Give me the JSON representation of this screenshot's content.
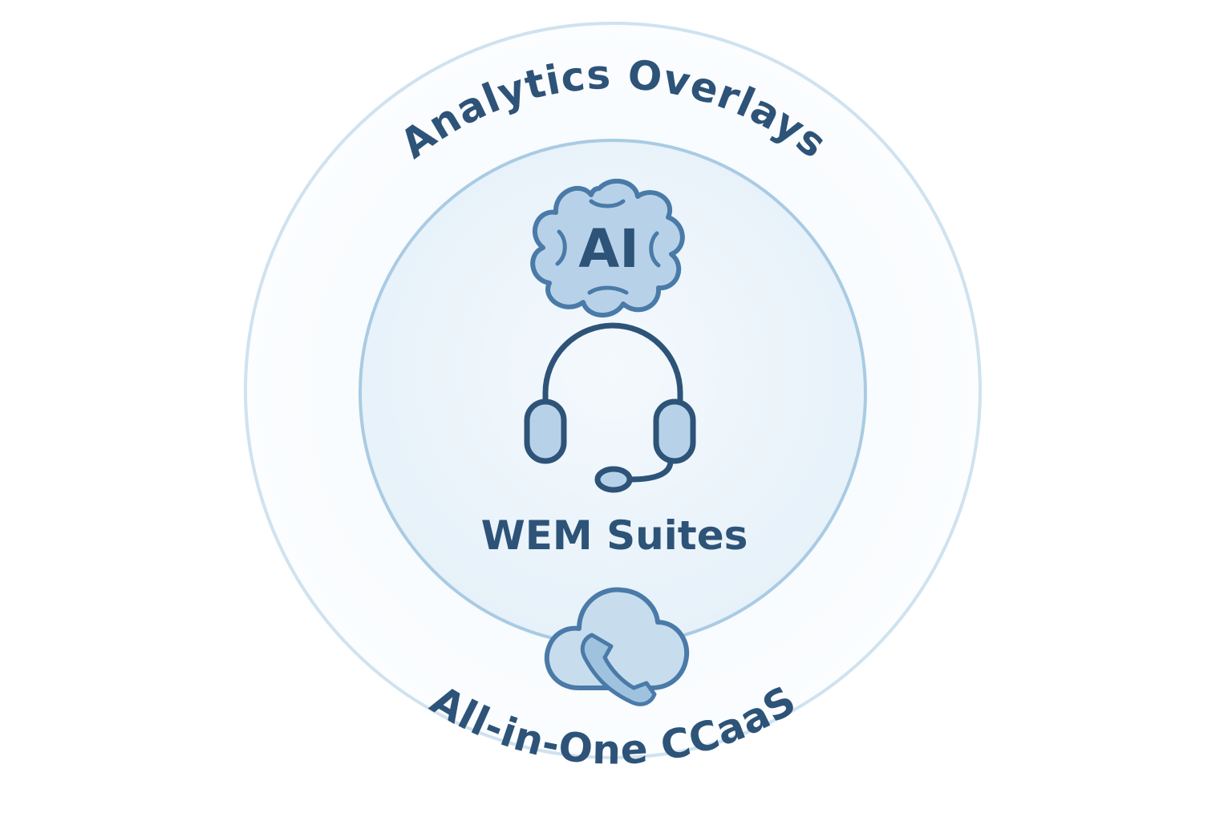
{
  "diagram": {
    "outer_label": "Analytics Overlays",
    "middle_label": "WEM Suites",
    "bottom_label": "All-in-One CCaaS",
    "ai_badge_text": "AI"
  },
  "icons": {
    "top": "brain-ai-icon",
    "center": "headset-icon",
    "bottom": "cloud-phone-icon"
  },
  "colors": {
    "text": "#2e5378",
    "stroke": "#4a7aa8",
    "fill": "#b7d2e8",
    "ring": "#bcd7ea",
    "inner_ring": "#a7c9e2"
  }
}
